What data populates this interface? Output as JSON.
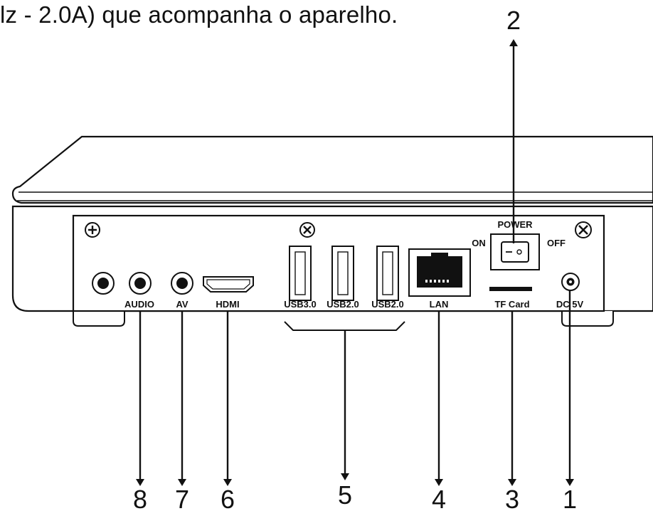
{
  "caption": "lz - 2.0A) que acompanha o aparelho.",
  "ports": {
    "power": "POWER",
    "on": "ON",
    "off": "OFF",
    "audio": "AUDIO",
    "av": "AV",
    "hdmi": "HDMI",
    "usb1": "USB3.0",
    "usb2": "USB2.0",
    "usb3": "USB2.0",
    "lan": "LAN",
    "tfcard": "TF Card",
    "dc": "DC 5V"
  },
  "callouts": {
    "n1": "1",
    "n2": "2",
    "n3": "3",
    "n4": "4",
    "n5": "5",
    "n6": "6",
    "n7": "7",
    "n8": "8"
  }
}
